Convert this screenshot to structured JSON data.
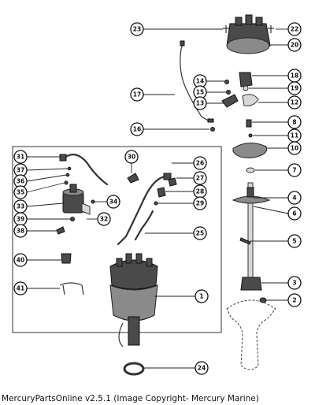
{
  "caption": "MercuryPartsOnline v2.5.1 (Image Copyright- Mercury Marine)",
  "callouts": [
    "1",
    "2",
    "3",
    "4",
    "5",
    "6",
    "7",
    "8",
    "10",
    "11",
    "12",
    "13",
    "14",
    "15",
    "16",
    "17",
    "18",
    "19",
    "20",
    "22",
    "23",
    "24",
    "25",
    "26",
    "27",
    "28",
    "29",
    "30",
    "31",
    "32",
    "33",
    "34",
    "35",
    "36",
    "37",
    "38",
    "39",
    "40",
    "41"
  ]
}
